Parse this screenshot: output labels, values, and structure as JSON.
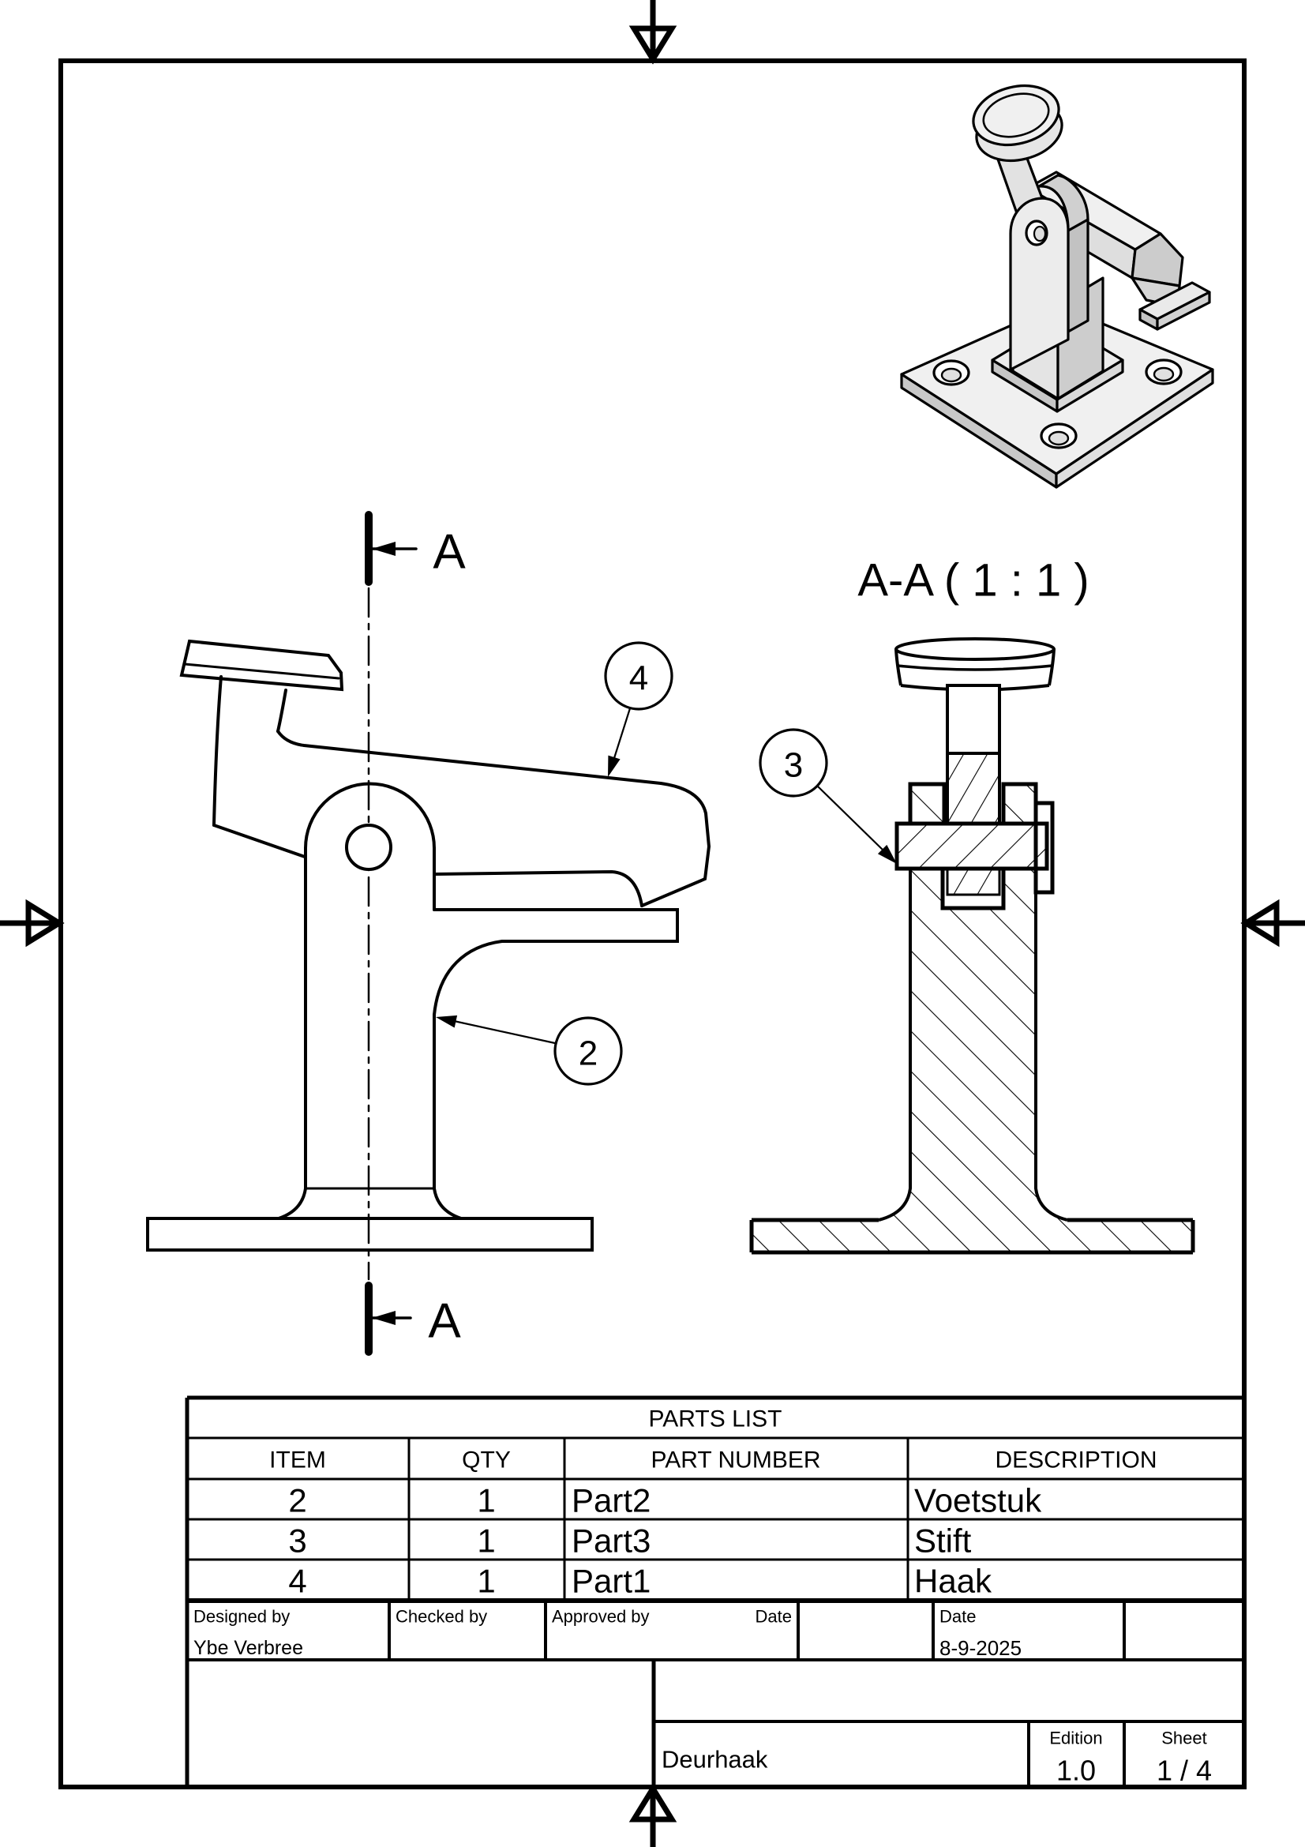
{
  "sheet": {
    "background": "#ffffff",
    "line_color": "#000000"
  },
  "views": {
    "iso_view": {
      "name": "isometric-assembly-view"
    },
    "side_view": {
      "section_mark_top": "A",
      "section_mark_bottom": "A"
    },
    "section_view": {
      "title": "A-A ( 1 : 1 )"
    },
    "balloons": {
      "b2": "2",
      "b3": "3",
      "b4": "4"
    }
  },
  "parts_list": {
    "title": "PARTS LIST",
    "columns": {
      "item": "ITEM",
      "qty": "QTY",
      "part_number": "PART NUMBER",
      "description": "DESCRIPTION"
    },
    "rows": [
      {
        "item": "2",
        "qty": "1",
        "part_number": "Part2",
        "description": "Voetstuk"
      },
      {
        "item": "3",
        "qty": "1",
        "part_number": "Part3",
        "description": "Stift"
      },
      {
        "item": "4",
        "qty": "1",
        "part_number": "Part1",
        "description": "Haak"
      }
    ]
  },
  "title_block": {
    "designed_by_label": "Designed by",
    "designed_by": "Ybe Verbree",
    "checked_by_label": "Checked by",
    "approved_by_label": "Approved by",
    "approved_date_label": "Date",
    "date_label": "Date",
    "date": "8-9-2025",
    "drawing_title": "Deurhaak",
    "edition_label": "Edition",
    "edition": "1.0",
    "sheet_label": "Sheet",
    "sheet": "1 / 4"
  }
}
